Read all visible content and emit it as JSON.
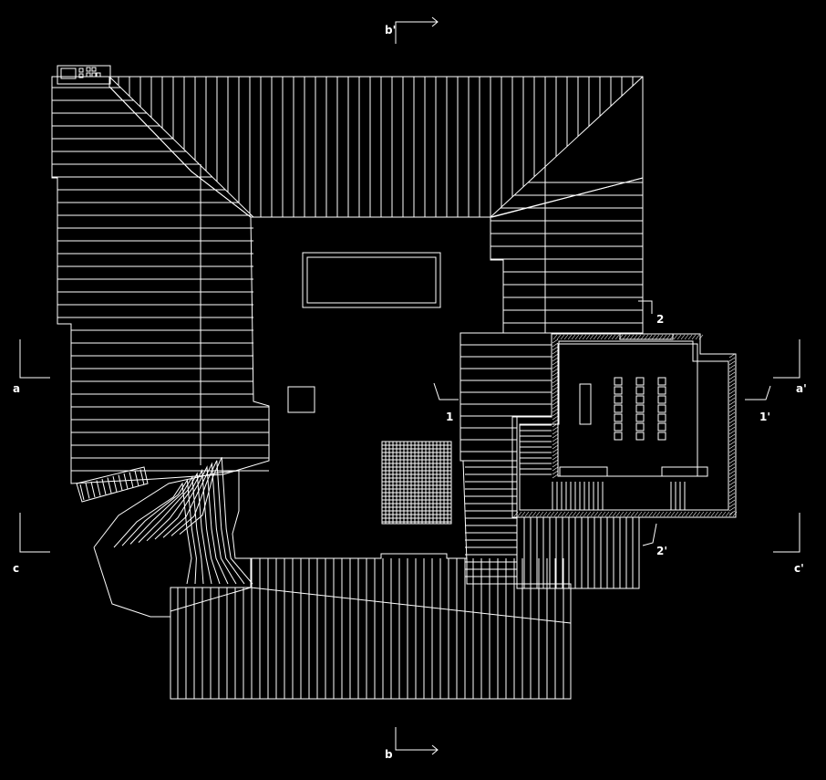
{
  "colors": {
    "background": "#000000",
    "line": "#ffffff"
  },
  "section_marks": {
    "a": "a",
    "a_prime": "a'",
    "b": "b",
    "b_prime": "b'",
    "c": "c",
    "c_prime": "c'",
    "one": "1",
    "one_prime": "1'",
    "two": "2",
    "two_prime": "2'"
  }
}
